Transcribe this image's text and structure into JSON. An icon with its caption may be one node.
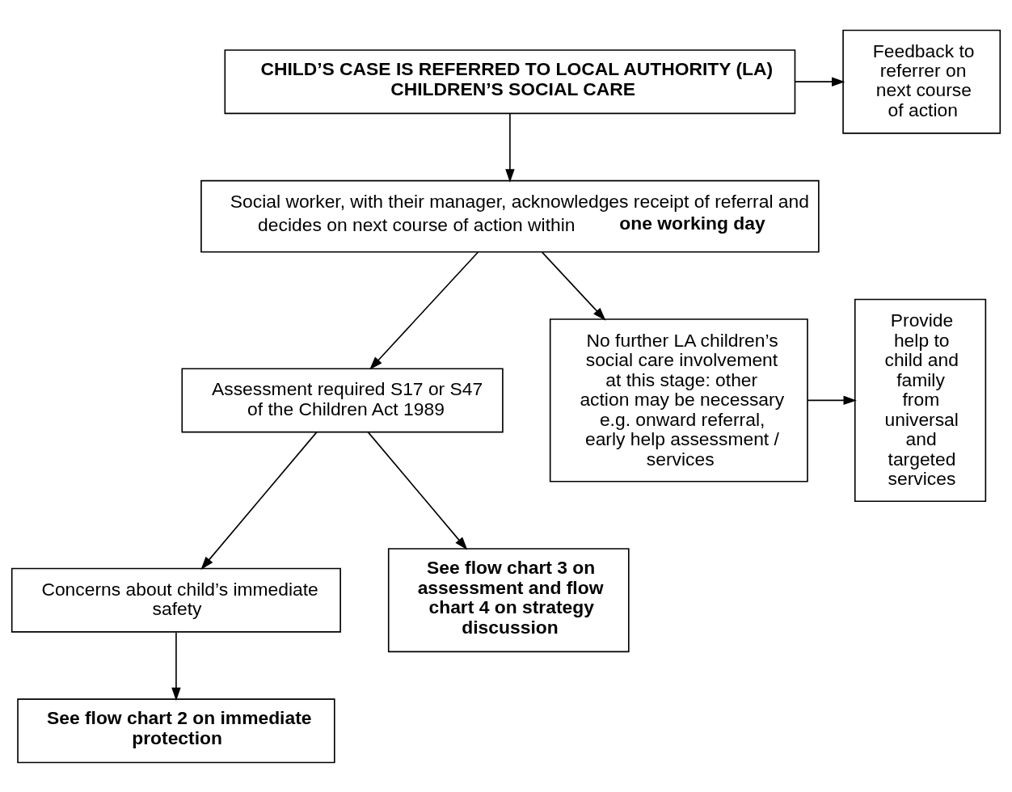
{
  "diagram": {
    "nodes": [
      {
        "text": [
          "CHILD’S CASE IS REFERRED TO LOCAL AUTHORITY (LA) CHILDREN’S SOCIAL CARE"
        ]
      },
      {
        "text": [
          "Feedback to referrer on next course of action"
        ]
      },
      {
        "text": [
          "Social worker, with their manager, acknowledges receipt of referral and decides on next course of action within **one working day**"
        ]
      },
      {
        "text": [
          "Assessment required S17 or S47 of the Children Act 1989"
        ]
      },
      {
        "text": [
          "No further LA children’s social care involvement at this stage: other action may be necessary e.g. onward referral, early help assessment / services"
        ]
      },
      {
        "text": [
          "Provide help to child and family from universal and targeted services"
        ]
      },
      {
        "text": [
          "Concerns about child’s immediate safety"
        ]
      },
      {
        "text": [
          "See flow chart 2 on immediate protection"
        ]
      },
      {
        "text": [
          "See flow chart 3 on assessment and flow chart 4 on strategy discussion"
        ]
      }
    ],
    "edges": [
      {
        "from": 0,
        "to": 1,
        "arrow": "to"
      },
      {
        "from": 0,
        "to": 2,
        "arrow": "to"
      },
      {
        "from": 2,
        "to": 3,
        "arrow": "to"
      },
      {
        "from": 2,
        "to": 4,
        "arrow": "to"
      },
      {
        "from": 4,
        "to": 5,
        "arrow": "to"
      },
      {
        "from": 3,
        "to": 6,
        "arrow": "to"
      },
      {
        "from": 6,
        "to": 7,
        "arrow": "to"
      },
      {
        "from": 3,
        "to": 8,
        "arrow": "to"
      }
    ]
  }
}
